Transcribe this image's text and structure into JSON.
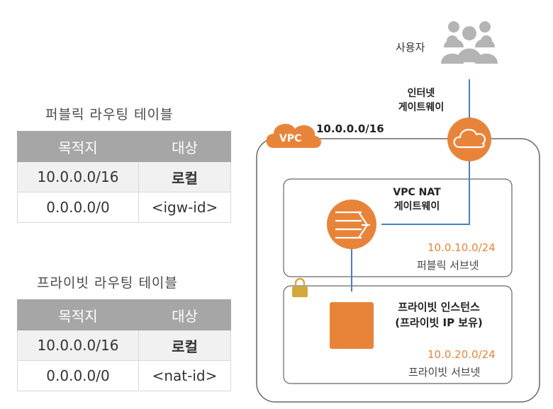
{
  "users": {
    "label": "사용자"
  },
  "internet_gateway": {
    "line1": "인터넷",
    "line2": "게이트웨이"
  },
  "vpc": {
    "badge": "VPC",
    "cidr": "10.0.0.0/16"
  },
  "nat_gateway": {
    "line1": "VPC NAT",
    "line2": "게이트웨이"
  },
  "public_subnet": {
    "cidr": "10.0.10.0/24",
    "name": "퍼블릭 서브넷"
  },
  "private_subnet": {
    "cidr": "10.0.20.0/24",
    "name": "프라이빗 서브넷"
  },
  "private_instance": {
    "line1": "프라이빗 인스턴스",
    "line2": "(프라이빗 IP 보유)"
  },
  "public_route_table": {
    "title": "퍼블릭 라우팅 테이블",
    "headers": [
      "목적지",
      "대상"
    ],
    "rows": [
      [
        "10.0.0.0/16",
        "로컬"
      ],
      [
        "0.0.0.0/0",
        "<igw-id>"
      ]
    ]
  },
  "private_route_table": {
    "title": "프라이빗 라우팅 테이블",
    "headers": [
      "목적지",
      "대상"
    ],
    "rows": [
      [
        "10.0.0.0/16",
        "로컬"
      ],
      [
        "0.0.0.0/0",
        "<nat-id>"
      ]
    ]
  },
  "colors": {
    "orange": "#e8843a",
    "line_blue": "#4a7fc1",
    "header_gray": "#a6a6a6",
    "lock_gold": "#d4a93c"
  }
}
